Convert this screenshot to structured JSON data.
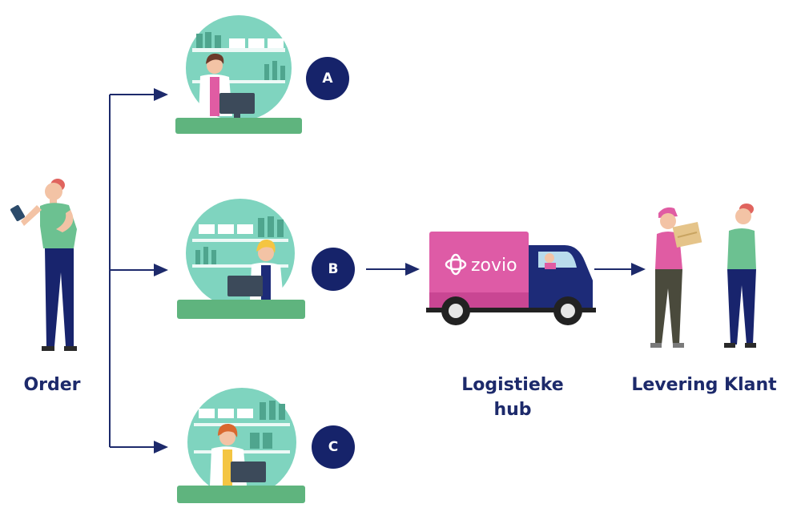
{
  "steps": {
    "order": "Order",
    "hub_line1": "Logistieke",
    "hub_line2": "hub",
    "delivery": "Levering Klant"
  },
  "pharmacies": [
    "A",
    "B",
    "C"
  ],
  "truck": {
    "brand": "zovio"
  },
  "colors": {
    "navy": "#16236a",
    "mint": "#7fd4bf",
    "green_counter": "#5fb47e",
    "truck_pink": "#de5ba6",
    "truck_blue": "#1d2b78"
  }
}
